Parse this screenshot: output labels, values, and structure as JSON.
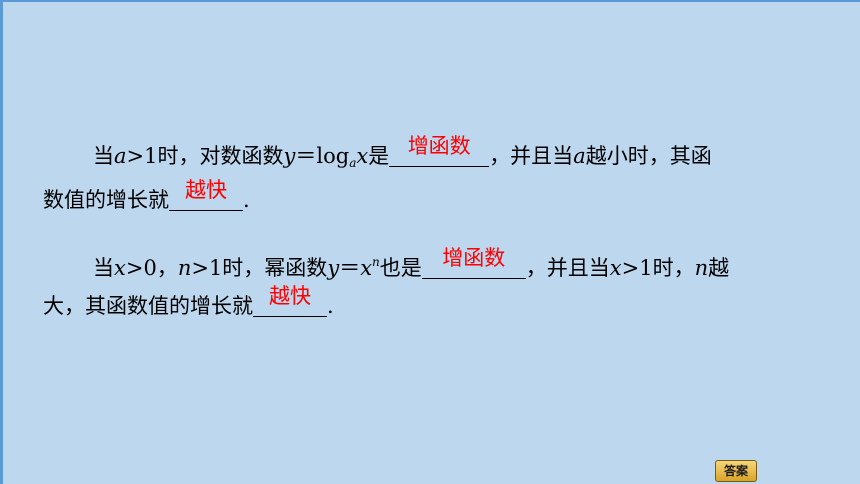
{
  "paragraph1": {
    "line1": {
      "t1": "当",
      "a": "a",
      "t2": ">1时，对数函数",
      "y": "y",
      "t3": "＝log",
      "sub_a": "a",
      "x": "x",
      "t4": "是",
      "answer": "增函数",
      "t5": "，并且当",
      "a2": "a",
      "t6": "越小时，其函"
    },
    "line2": {
      "t1": "数值的增长就",
      "answer": "越快",
      "t2": "."
    }
  },
  "paragraph2": {
    "line1": {
      "t1": "当",
      "x": "x",
      "t2": ">0，",
      "n": "n",
      "t3": ">1时，幂函数",
      "y": "y",
      "t4": "＝",
      "x2": "x",
      "sup_n": "n",
      "t5": "也是",
      "answer": "增函数",
      "t6": "，并且当",
      "x3": "x",
      "t7": ">1时，",
      "n2": "n",
      "t8": "越"
    },
    "line2": {
      "t1": "大，其函数值的增长就",
      "answer": "越快",
      "t2": "."
    }
  },
  "answer_button": {
    "label": "答案"
  },
  "colors": {
    "background": "#bdd7ee",
    "answer_text": "#ff0000",
    "button": "#e8bb45"
  }
}
